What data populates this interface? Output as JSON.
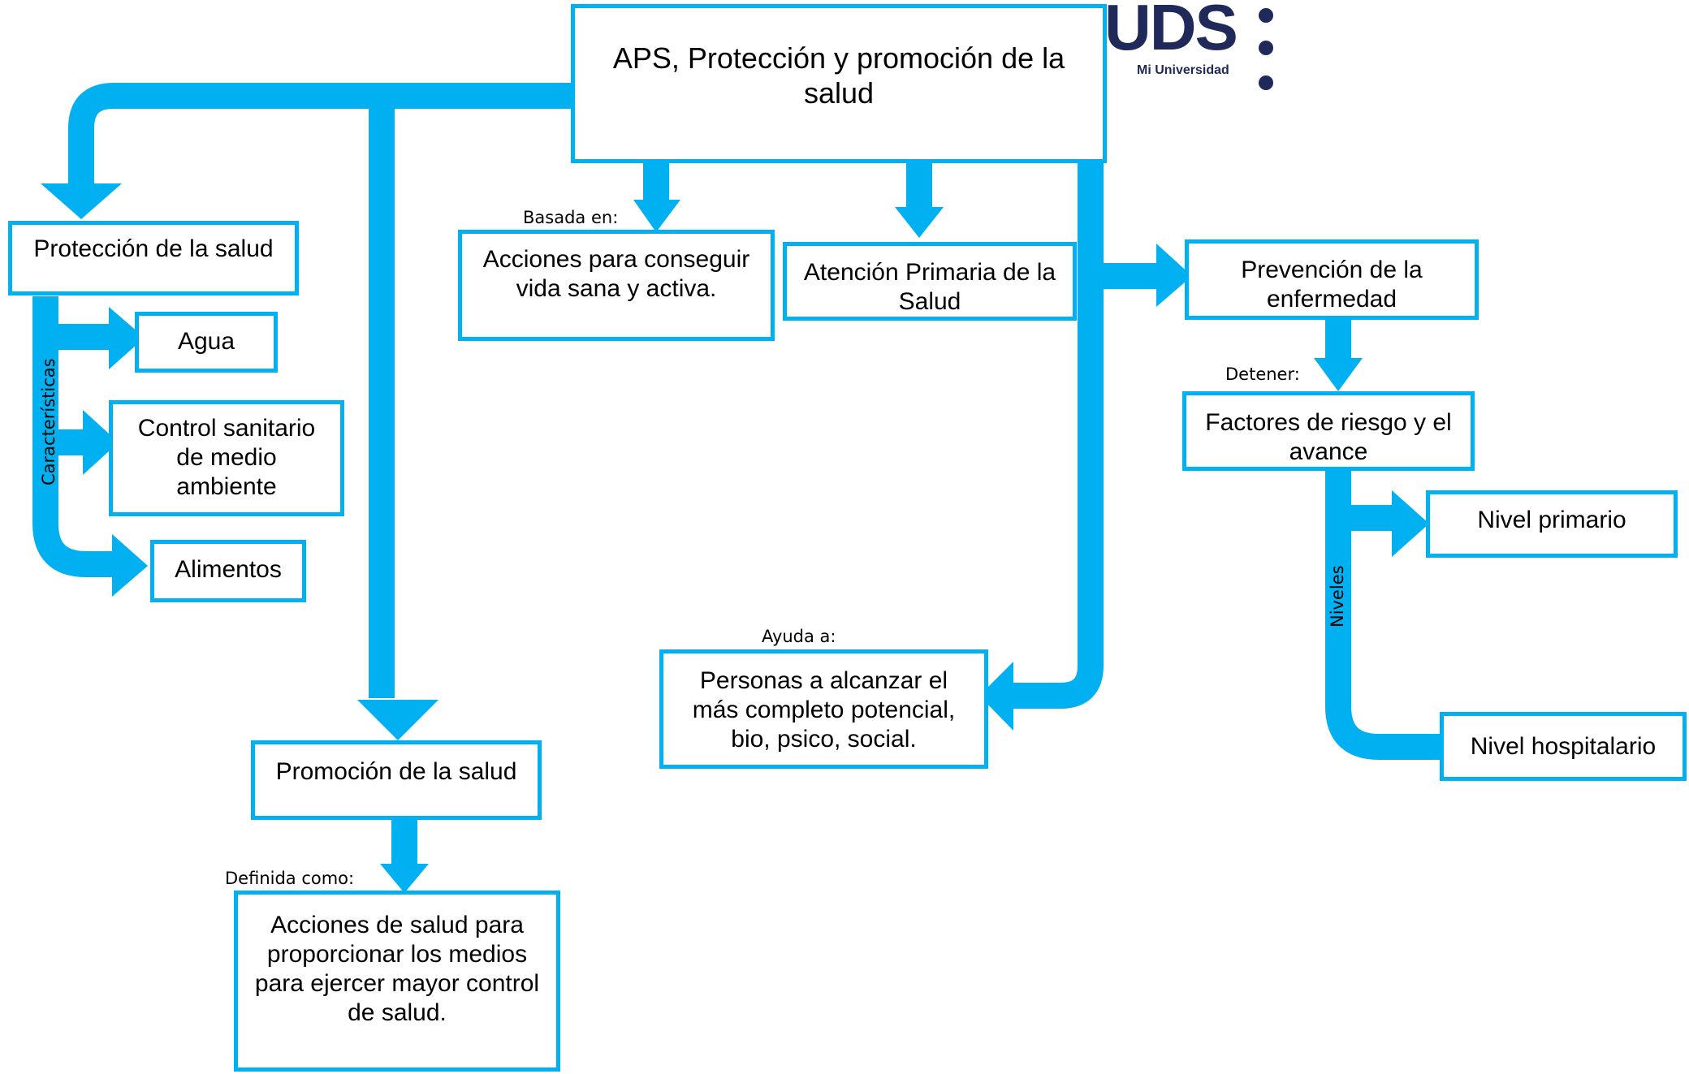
{
  "colors": {
    "arrow": "#00b0f0",
    "box_border": "#00b0f0",
    "logo": "#1f2a5a"
  },
  "logo": {
    "brand": "UDS",
    "subtitle": "Mi Universidad"
  },
  "nodes": {
    "main": "APS, Protección y promoción de la salud",
    "proteccion": "Protección de la salud",
    "agua": "Agua",
    "control": "Control sanitario de medio ambiente",
    "alimentos": "Alimentos",
    "acciones_vida": "Acciones para conseguir vida sana y activa.",
    "atencion": "Atención Primaria de la Salud",
    "prevencion": "Prevención de la enfermedad",
    "factores": "Factores de riesgo y el avance",
    "nivel_primario": "Nivel primario",
    "nivel_hospitalario": "Nivel hospitalario",
    "personas": "Personas a alcanzar el más completo potencial, bio, psico, social.",
    "promocion": "Promoción de la salud",
    "acciones_salud": "Acciones de salud para proporcionar los medios para ejercer mayor control de salud."
  },
  "labels": {
    "basada_en": "Basada en:",
    "detener": "Detener:",
    "ayuda_a": "Ayuda a:",
    "definida_como": "Definida como:",
    "caracteristicas": "Características",
    "niveles": "Niveles"
  }
}
